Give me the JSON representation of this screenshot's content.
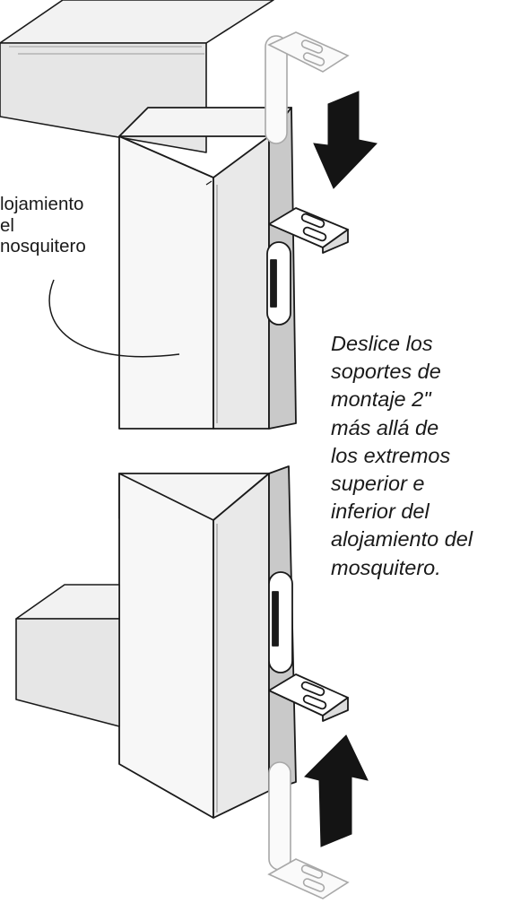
{
  "labels": {
    "housing_callout": [
      "lojamiento",
      "el",
      "nosquitero"
    ],
    "instruction": [
      "Deslice los",
      "soportes de",
      "montaje 2\"",
      "más allá de",
      "los extremos",
      "superior e",
      "inferior del",
      "alojamiento del",
      "mosquitero."
    ]
  },
  "colors": {
    "outline": "#1a1a1a",
    "housing_fill": "#f7f7f7",
    "housing_shade": "#e8e8e8",
    "channel_fill": "#c9c9c9",
    "ghost_bracket": "#a8a8a8",
    "arrow": "#141414"
  }
}
